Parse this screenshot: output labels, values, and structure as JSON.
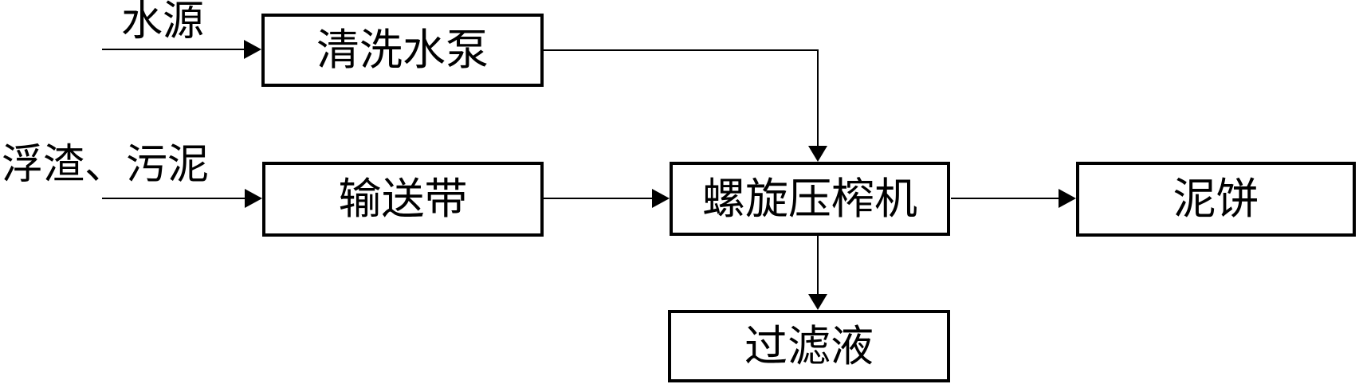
{
  "diagram": {
    "title": "sludge-scum-dewatering-process-flow",
    "colors": {
      "background": "#ffffff",
      "line": "#000000",
      "text": "#000000"
    },
    "inputs": [
      {
        "id": "water-source",
        "label": "水源"
      },
      {
        "id": "scum-sludge",
        "label": "浮渣、污泥"
      }
    ],
    "nodes": [
      {
        "id": "cleaning-water-pump",
        "label": "清洗水泵"
      },
      {
        "id": "conveyor-belt",
        "label": "输送带"
      },
      {
        "id": "screw-press",
        "label": "螺旋压榨机"
      },
      {
        "id": "mud-cake",
        "label": "泥饼"
      },
      {
        "id": "filtrate",
        "label": "过滤液"
      }
    ],
    "edges": [
      {
        "from": "water-source",
        "to": "cleaning-water-pump"
      },
      {
        "from": "scum-sludge",
        "to": "conveyor-belt"
      },
      {
        "from": "conveyor-belt",
        "to": "screw-press"
      },
      {
        "from": "cleaning-water-pump",
        "to": "screw-press"
      },
      {
        "from": "screw-press",
        "to": "mud-cake"
      },
      {
        "from": "screw-press",
        "to": "filtrate"
      }
    ]
  }
}
